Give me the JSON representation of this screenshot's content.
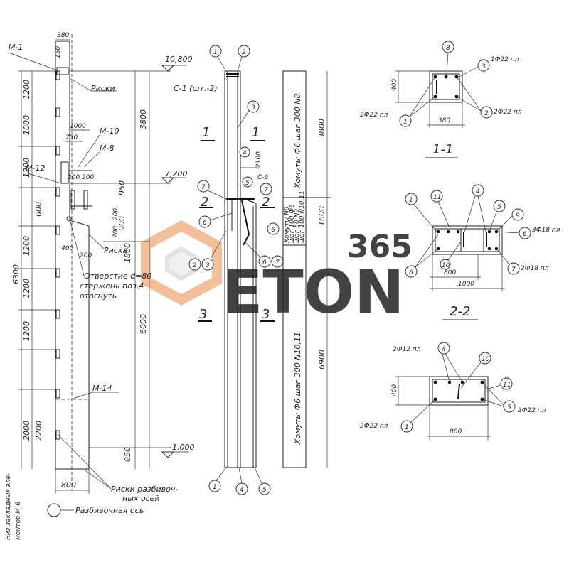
{
  "watermark": {
    "number": "365",
    "brand": "ETON",
    "number_color": "#f5c4a0",
    "brand_color": "#d9d9d9",
    "logo_color": "#f2b48a"
  },
  "elevation": {
    "labels": {
      "m1": "М-1",
      "riski": "Риски",
      "m10": "М-10",
      "m8": "М-8",
      "m12": "М-12",
      "riska": "Риска",
      "hole1": "Отверстие d=80",
      "hole2": "стержень поз.4",
      "hole3": "отогнуть",
      "m14": "М-14",
      "riski_axes1": "Риски разбивоч-",
      "riski_axes2": "ных осей",
      "axis": "Разбивочная ось",
      "side1": "Низ закладных эле-",
      "side2": "ментов М-6"
    },
    "levels": {
      "top": "10,800",
      "mid": "7,200",
      "bottom": "-1,000"
    },
    "dims_top": {
      "w38": "380",
      "w15": "150",
      "d1000": "1000",
      "d750": "750",
      "d200a": "200",
      "d200b": "200",
      "d950": "950"
    },
    "dims_mid": {
      "d600": "600",
      "d200c": "200",
      "d900": "900",
      "d200d": "200",
      "d400": "400",
      "d200e": "200",
      "d1800": "1800"
    },
    "dims_right": {
      "d3800": "3800",
      "d6000": "6000",
      "d850": "850"
    },
    "dims_left": {
      "a1200": "1200",
      "a1000": "1000",
      "a1200b": "1200",
      "a600": "600",
      "a1200c": "1200",
      "a1200d": "1200",
      "a1200e": "1200",
      "a2000": "2000",
      "a2200": "2200",
      "a6300": "6300"
    },
    "bottom_width": "800"
  },
  "column": {
    "cage": "С-1 (шт.-2)",
    "cage2": "С-6",
    "sec11": "1",
    "sec22": "2",
    "sec33": "3",
    "pos": {
      "p1": "1",
      "p2": "2",
      "p3": "3",
      "p4": "4",
      "p5": "5",
      "p6": "6",
      "p7": "7"
    },
    "dims": {
      "d2100": "2100",
      "d3800": "3800",
      "d1600": "1600",
      "d6900": "6900"
    },
    "stirrups_top": "Хомуты Ф6 шаг 300 N8",
    "stirrups_bottom": "Хомуты Ф6 шаг 300 N10,11",
    "stirrups_mid": [
      "Хомуты N9",
      "шаг 100 Ф6",
      "шаг 50 N9",
      "шаг 100 N10,11"
    ]
  },
  "sections": {
    "s11": {
      "title": "1-1",
      "h": "400",
      "w": "380",
      "labels": [
        "1Ф22 пл",
        "2Ф22 пл",
        "2Ф22 пл"
      ],
      "bubbles": [
        "8",
        "3",
        "1",
        "2"
      ]
    },
    "s22": {
      "title": "2-2",
      "w1": "800",
      "w2": "1000",
      "labels": [
        "3Ф18 пл",
        "2Ф18 пл"
      ],
      "bubbles": [
        "1",
        "11",
        "4",
        "5",
        "9",
        "6",
        "10",
        "7",
        "6"
      ]
    },
    "s33": {
      "h": "400",
      "w": "800",
      "labels": [
        "2Ф12 пл",
        "2Ф22 пл",
        "2Ф22 пл"
      ],
      "bubbles": [
        "4",
        "10",
        "11",
        "5",
        "1"
      ]
    }
  }
}
